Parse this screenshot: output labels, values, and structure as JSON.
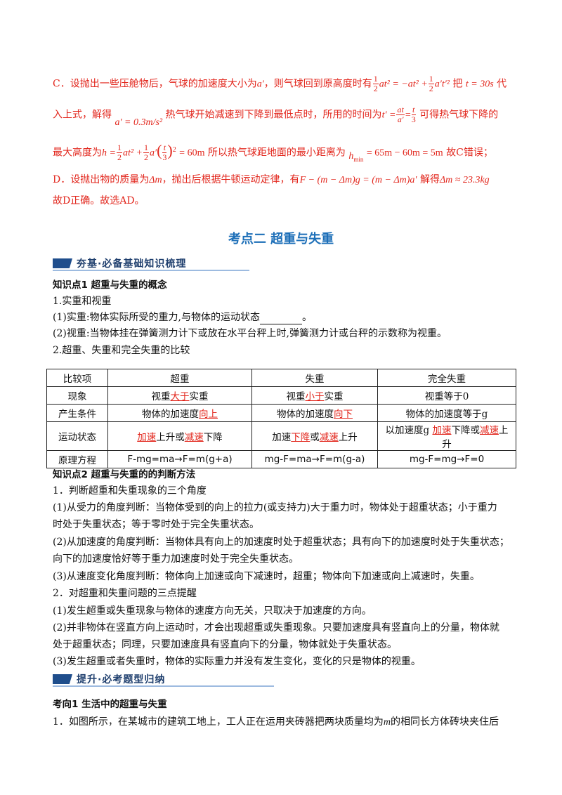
{
  "solution": {
    "c_part1": "C．设抛出一些压舱物后，气球的加速度大小为",
    "c_var_a": "a′",
    "c_part2": "，则气球回到原高度时有",
    "c_eq1_num": "1",
    "c_eq1_den": "2",
    "c_eq1_mid": "at² = −at² +",
    "c_eq1_end": "a′t′²",
    "c_part3": " 把",
    "c_t_value": "t = 30s",
    "c_part4": " 代",
    "line2_a": "入上式，解得",
    "line2_aval": "a′ = 0.3m/s²",
    "line2_b": " 热气球开始减速到下降到最低点时，所用的时间为",
    "line2_t1": "t′ =",
    "line2_f1_num": "at",
    "line2_f1_den": "a′",
    "line2_f2_num": "t",
    "line2_f2_den": "3",
    "line2_c": " 可得热气球下降的",
    "line3_a": "最大高度为",
    "line3_h": "h =",
    "line3_mid": "at² +",
    "line3_a2": "a′",
    "line3_paren_num": "t",
    "line3_paren_den": "3",
    "line3_eq": "= 60m",
    "line3_b": " 所以热气球距地面的最小距离为",
    "line3_hmin": "h",
    "line3_hmin_sub": "min",
    "line3_hmin_val": "= 65m − 60m = 5m",
    "line3_c": " 故C错误；",
    "d_a": "D．设抛出物的质量为",
    "d_dm": "Δm",
    "d_b": "，抛出后根据牛顿运动定律，有",
    "d_eq": "F − (m − Δm)g = (m − Δm)a′",
    "d_c": " 解得",
    "d_result": "Δm ≈ 23.3kg",
    "d_end": "故D正确。故选AD。"
  },
  "section_title": "考点二  超重与失重",
  "banner1": "夯基·必备基础知识梳理",
  "banner2": "提升·必考题型归纳",
  "kp1_title": "知识点1  超重与失重的概念",
  "kp1_l1": "1.实重和视重",
  "kp1_l2a": "(1)实重:物体实际所受的重力,与物体的运动状态",
  "kp1_l2b": "。",
  "kp1_l3": "(2)视重:当物体挂在弹簧测力计下或放在水平台秤上时,弹簧测力计或台秤的示数称为视重。",
  "kp1_l4": "2.超重、失重和完全失重的比较",
  "table": {
    "headers": [
      "比较项",
      "超重",
      "失重",
      "完全失重"
    ],
    "rows": [
      {
        "label": "现象",
        "c1": [
          "视重",
          "大于",
          "实重"
        ],
        "c2": [
          "视重",
          "小于",
          "实重"
        ],
        "c3": "视重等于0"
      },
      {
        "label": "产生条件",
        "c1": [
          "物体的加速度",
          "向上",
          ""
        ],
        "c2": [
          "物体的加速度",
          "向下",
          ""
        ],
        "c3": "物体的加速度等于g"
      },
      {
        "label": "运动状态",
        "c1": [
          "",
          "加速",
          "上升或",
          "减速",
          "下降"
        ],
        "c2": [
          "加速",
          "下降",
          "或",
          "减速",
          "上升"
        ],
        "c3": [
          "以加速度g ",
          "加速",
          "下降或",
          "减速",
          "上升"
        ]
      },
      {
        "label": "原理方程",
        "c1": "F-mg=ma→F=m(g+a)",
        "c2": "mg-F=ma→F=m(g-a)",
        "c3": "mg-F=mg→F=0"
      }
    ]
  },
  "kp2_title": "知识点2  超重与失重的的判断方法",
  "kp2_lines": [
    "1．判断超重和失重现象的三个角度",
    "(1)从受力的角度判断：当物体受到的向上的拉力(或支持力)大于重力时，物体处于超重状态；小于重力",
    "时处于失重状态；等于零时处于完全失重状态。",
    "(2)从加速度的角度判断：当物体具有向上的加速度时处于超重状态；具有向下的加速度时处于失重状态；",
    "向下的加速度恰好等于重力加速度时处于完全失重状态。",
    "(3)从速度变化角度判断：物体向上加速或向下减速时，超重；物体向下加速或向上减速时，失重。",
    "2．对超重和失重问题的三点提醒",
    "(1)发生超重或失重现象与物体的速度方向无关，只取决于加速度的方向。",
    "(2)并非物体在竖直方向上运动时，才会出现超重或失重现象。只要加速度具有竖直向上的分量，物体就",
    "处于超重状态；同理，只要加速度具有竖直向下的分量，物体就处于失重状态。",
    "(3)发生超重或者失重时，物体的实际重力并没有发生变化，变化的只是物体的视重。"
  ],
  "kx1_title": "考向1  生活中的超重与失重",
  "q1_a": "1．如图所示，在某城市的建筑工地上，工人正在运用夹砖器把两块质量均为",
  "q1_m": "m",
  "q1_b": "的相同长方体砖块夹住后"
}
